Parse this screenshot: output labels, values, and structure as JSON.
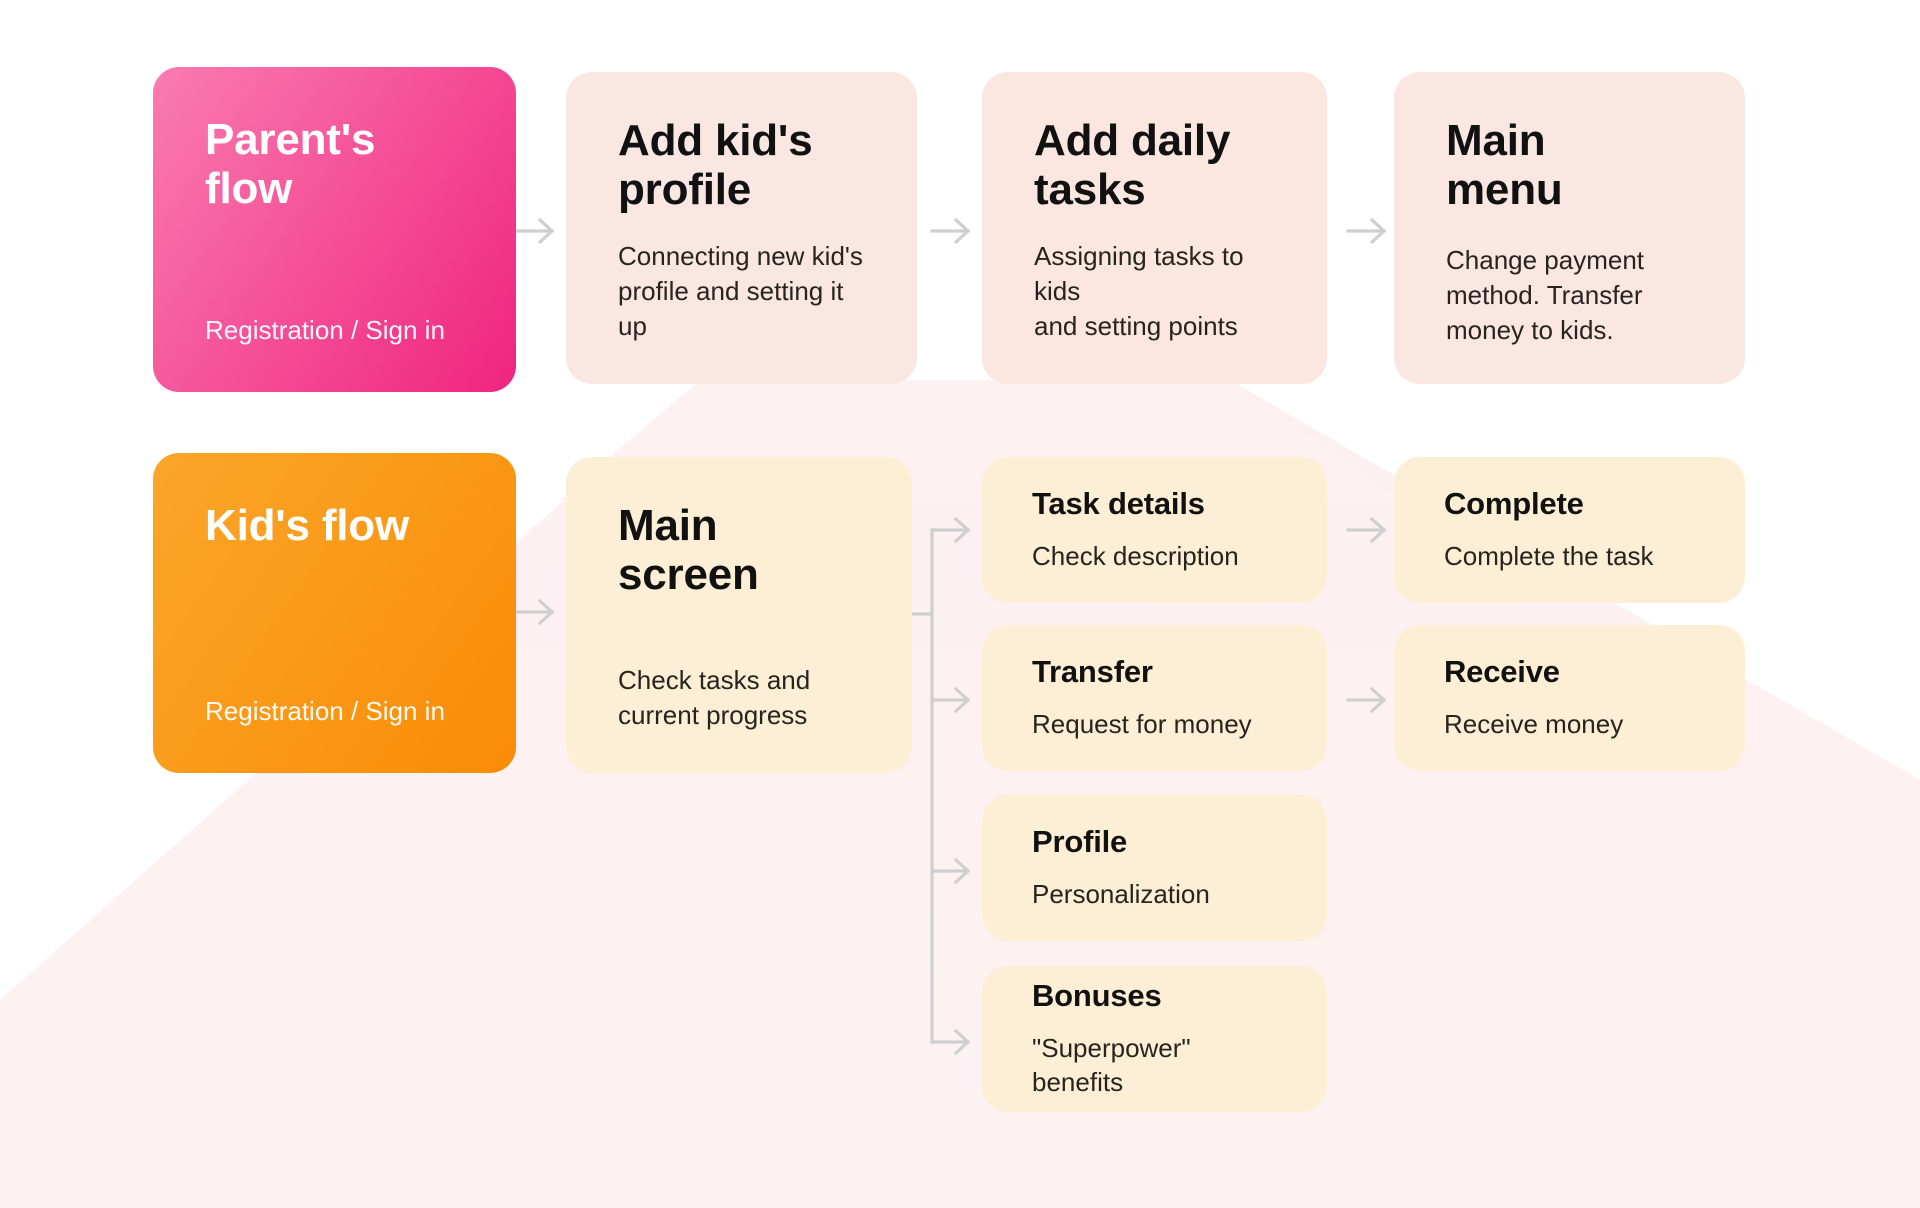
{
  "theme": {
    "page_background": "#ffffff",
    "beam_color": "#fdf1f2",
    "parent_gradient_from": "#f97cb0",
    "parent_gradient_to": "#f0247f",
    "kid_gradient_from": "#fba62b",
    "kid_gradient_to": "#f98c05",
    "parent_step_bg": "#fbe7e2",
    "parent_step_alt_bg": "#fbe6e0",
    "kid_step_bg": "#fdefd5",
    "arrow_color": "#cfcfcf",
    "title_color": "#111111",
    "body_color": "#27241f"
  },
  "rows": {
    "parent": {
      "hero": {
        "title": "Parent's\nflow",
        "desc": "Registration / Sign in"
      },
      "steps": [
        {
          "title": "Add kid's\nprofile",
          "desc": "Connecting new kid's\nprofile and setting it up"
        },
        {
          "title": "Add daily\ntasks",
          "desc": "Assigning tasks to kids\nand setting points"
        },
        {
          "title": "Main\nmenu",
          "desc": "Change payment\nmethod. Transfer\nmoney to kids."
        }
      ]
    },
    "kid": {
      "hero": {
        "title": "Kid's flow",
        "desc": "Registration / Sign in"
      },
      "main_screen": {
        "title": "Main screen",
        "desc": "Check tasks and\ncurrent progress"
      },
      "branches": [
        {
          "title": "Task details",
          "desc": "Check description"
        },
        {
          "title": "Transfer",
          "desc": "Request for money"
        },
        {
          "title": "Profile",
          "desc": "Personalization"
        },
        {
          "title": "Bonuses",
          "desc": "\"Superpower\" benefits"
        }
      ],
      "outcomes": [
        {
          "title": "Complete",
          "desc": "Complete the task"
        },
        {
          "title": "Receive",
          "desc": "Receive money"
        }
      ]
    }
  },
  "icons": {
    "arrow": "arrow-right-icon"
  }
}
